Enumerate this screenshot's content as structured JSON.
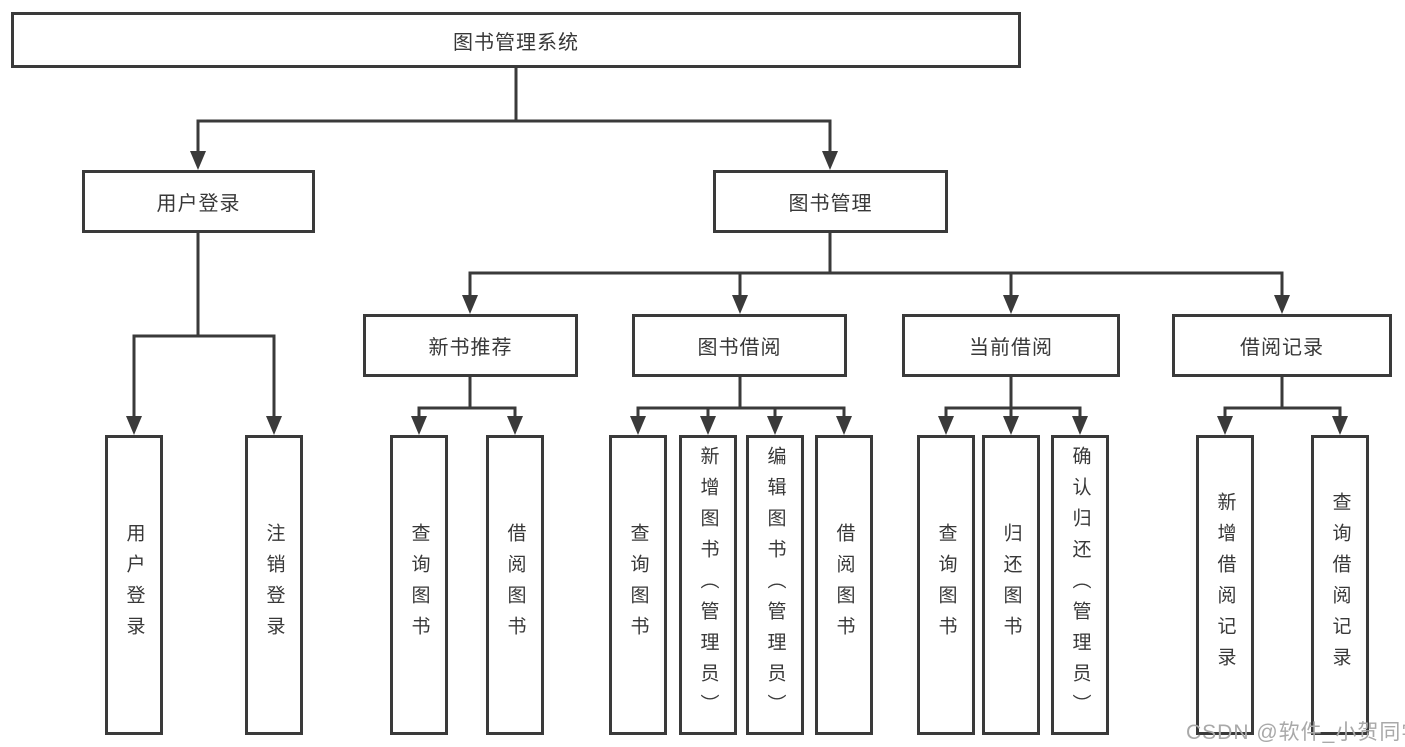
{
  "diagram": {
    "type": "tree",
    "title": "图书管理系统",
    "branches": [
      {
        "label": "用户登录",
        "children": [
          {
            "label": "用户登录"
          },
          {
            "label": "注销登录"
          }
        ]
      },
      {
        "label": "图书管理",
        "children": [
          {
            "label": "新书推荐",
            "children": [
              {
                "label": "查询图书"
              },
              {
                "label": "借阅图书"
              }
            ]
          },
          {
            "label": "图书借阅",
            "children": [
              {
                "label": "查询图书"
              },
              {
                "label": "新增图书（管理员）"
              },
              {
                "label": "编辑图书（管理员）"
              },
              {
                "label": "借阅图书"
              }
            ]
          },
          {
            "label": "当前借阅",
            "children": [
              {
                "label": "查询图书"
              },
              {
                "label": "归还图书"
              },
              {
                "label": "确认归还（管理员）"
              }
            ]
          },
          {
            "label": "借阅记录",
            "children": [
              {
                "label": "新增借阅记录"
              },
              {
                "label": "查询借阅记录"
              }
            ]
          }
        ]
      }
    ]
  },
  "watermark": {
    "text": "CSDN @软件_小贺同学"
  },
  "colors": {
    "line": "#3a3a3a",
    "node_border": "#3a3a3a",
    "node_text": "#383838",
    "background": "#ffffff",
    "watermark": "#a9a9a9"
  }
}
